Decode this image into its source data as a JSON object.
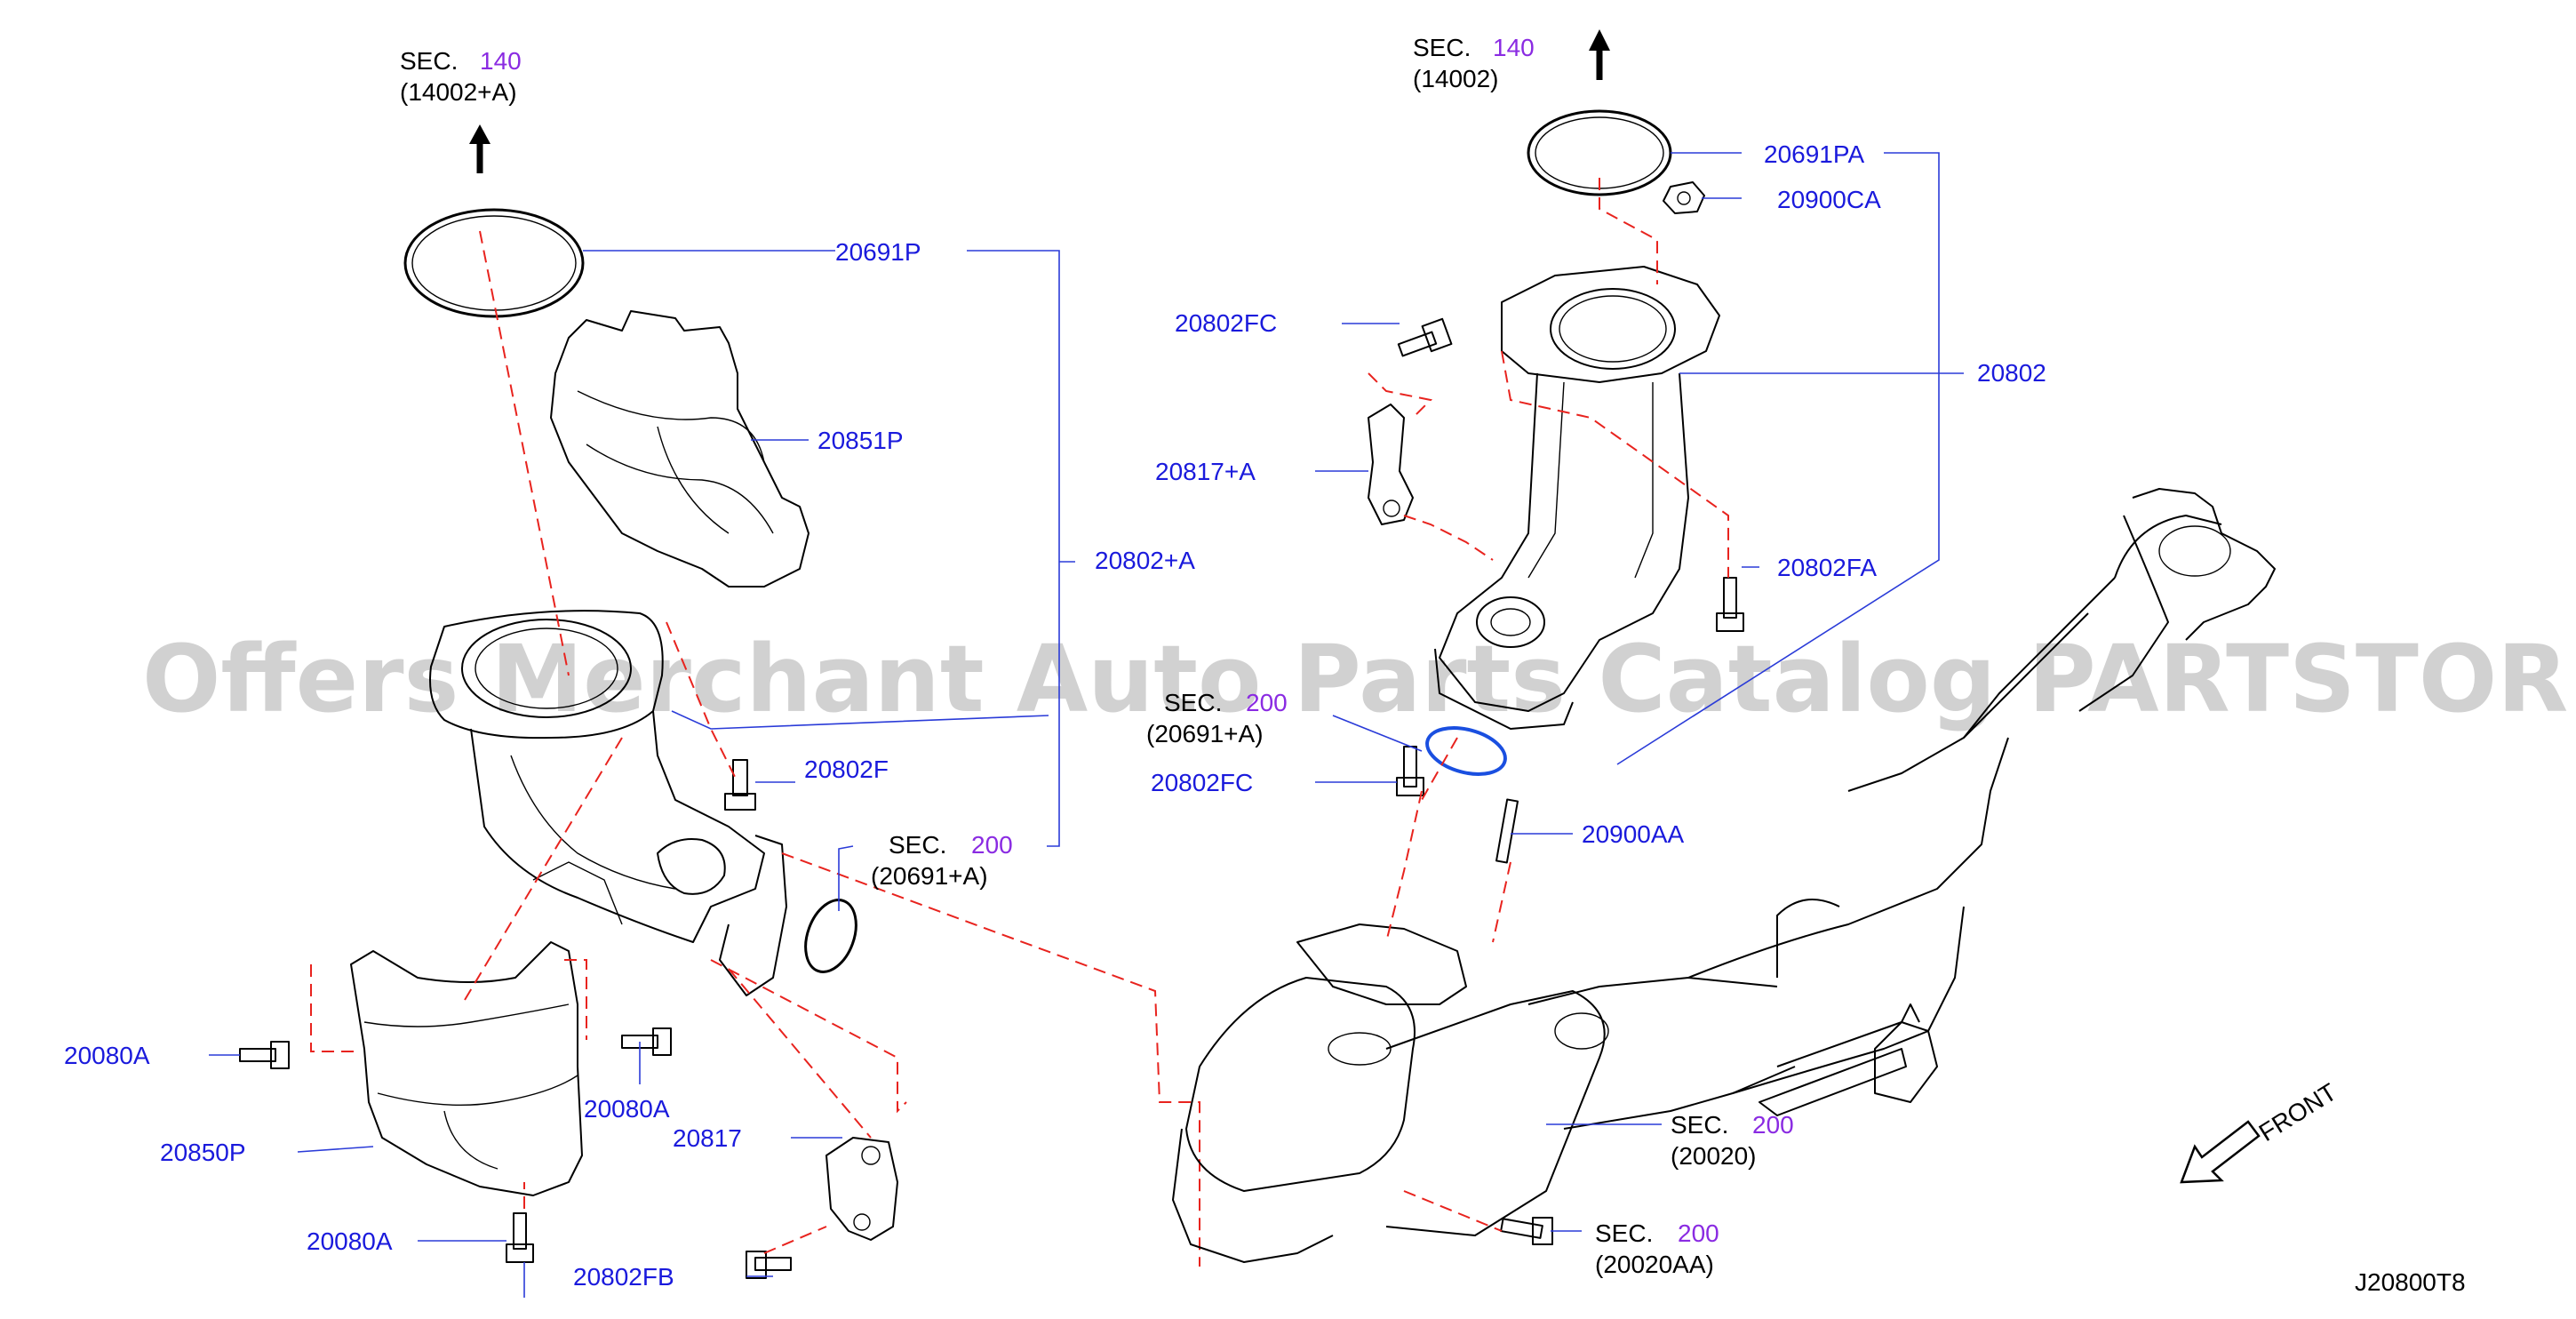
{
  "diagram": {
    "watermark": "Offers Merchant Auto Parts Catalog PARTSTORE.SA",
    "figure_code": "J20800T8",
    "front_label": "FRONT",
    "labels": {
      "sec140_left_sec": "SEC.",
      "sec140_left_num": "140",
      "sec140_left_ref": "(14002+A)",
      "sec140_right_sec": "SEC.",
      "sec140_right_num": "140",
      "sec140_right_ref": "(14002)",
      "p20691P": "20691P",
      "p20851P": "20851P",
      "p20802A": "20802+A",
      "p20802F": "20802F",
      "sec200_a_sec": "SEC.",
      "sec200_a_num": "200",
      "sec200_a_ref": "(20691+A)",
      "p20080A_left": "20080A",
      "p20080A_mid": "20080A",
      "p20850P": "20850P",
      "p20817": "20817",
      "p20080A_bottom": "20080A",
      "p20802FB": "20802FB",
      "p20691PA": "20691PA",
      "p20900CA": "20900CA",
      "p20802FC_top": "20802FC",
      "p20802": "20802",
      "p20817A": "20817+A",
      "p20802FA": "20802FA",
      "sec200_b_sec": "SEC.",
      "sec200_b_num": "200",
      "sec200_b_ref": "(20691+A)",
      "p20802FC_bottom": "20802FC",
      "p20900AA": "20900AA",
      "sec200_c_sec": "SEC.",
      "sec200_c_num": "200",
      "sec200_c_ref": "(20020)",
      "sec200_d_sec": "SEC.",
      "sec200_d_num": "200",
      "sec200_d_ref": "(20020AA)"
    }
  }
}
